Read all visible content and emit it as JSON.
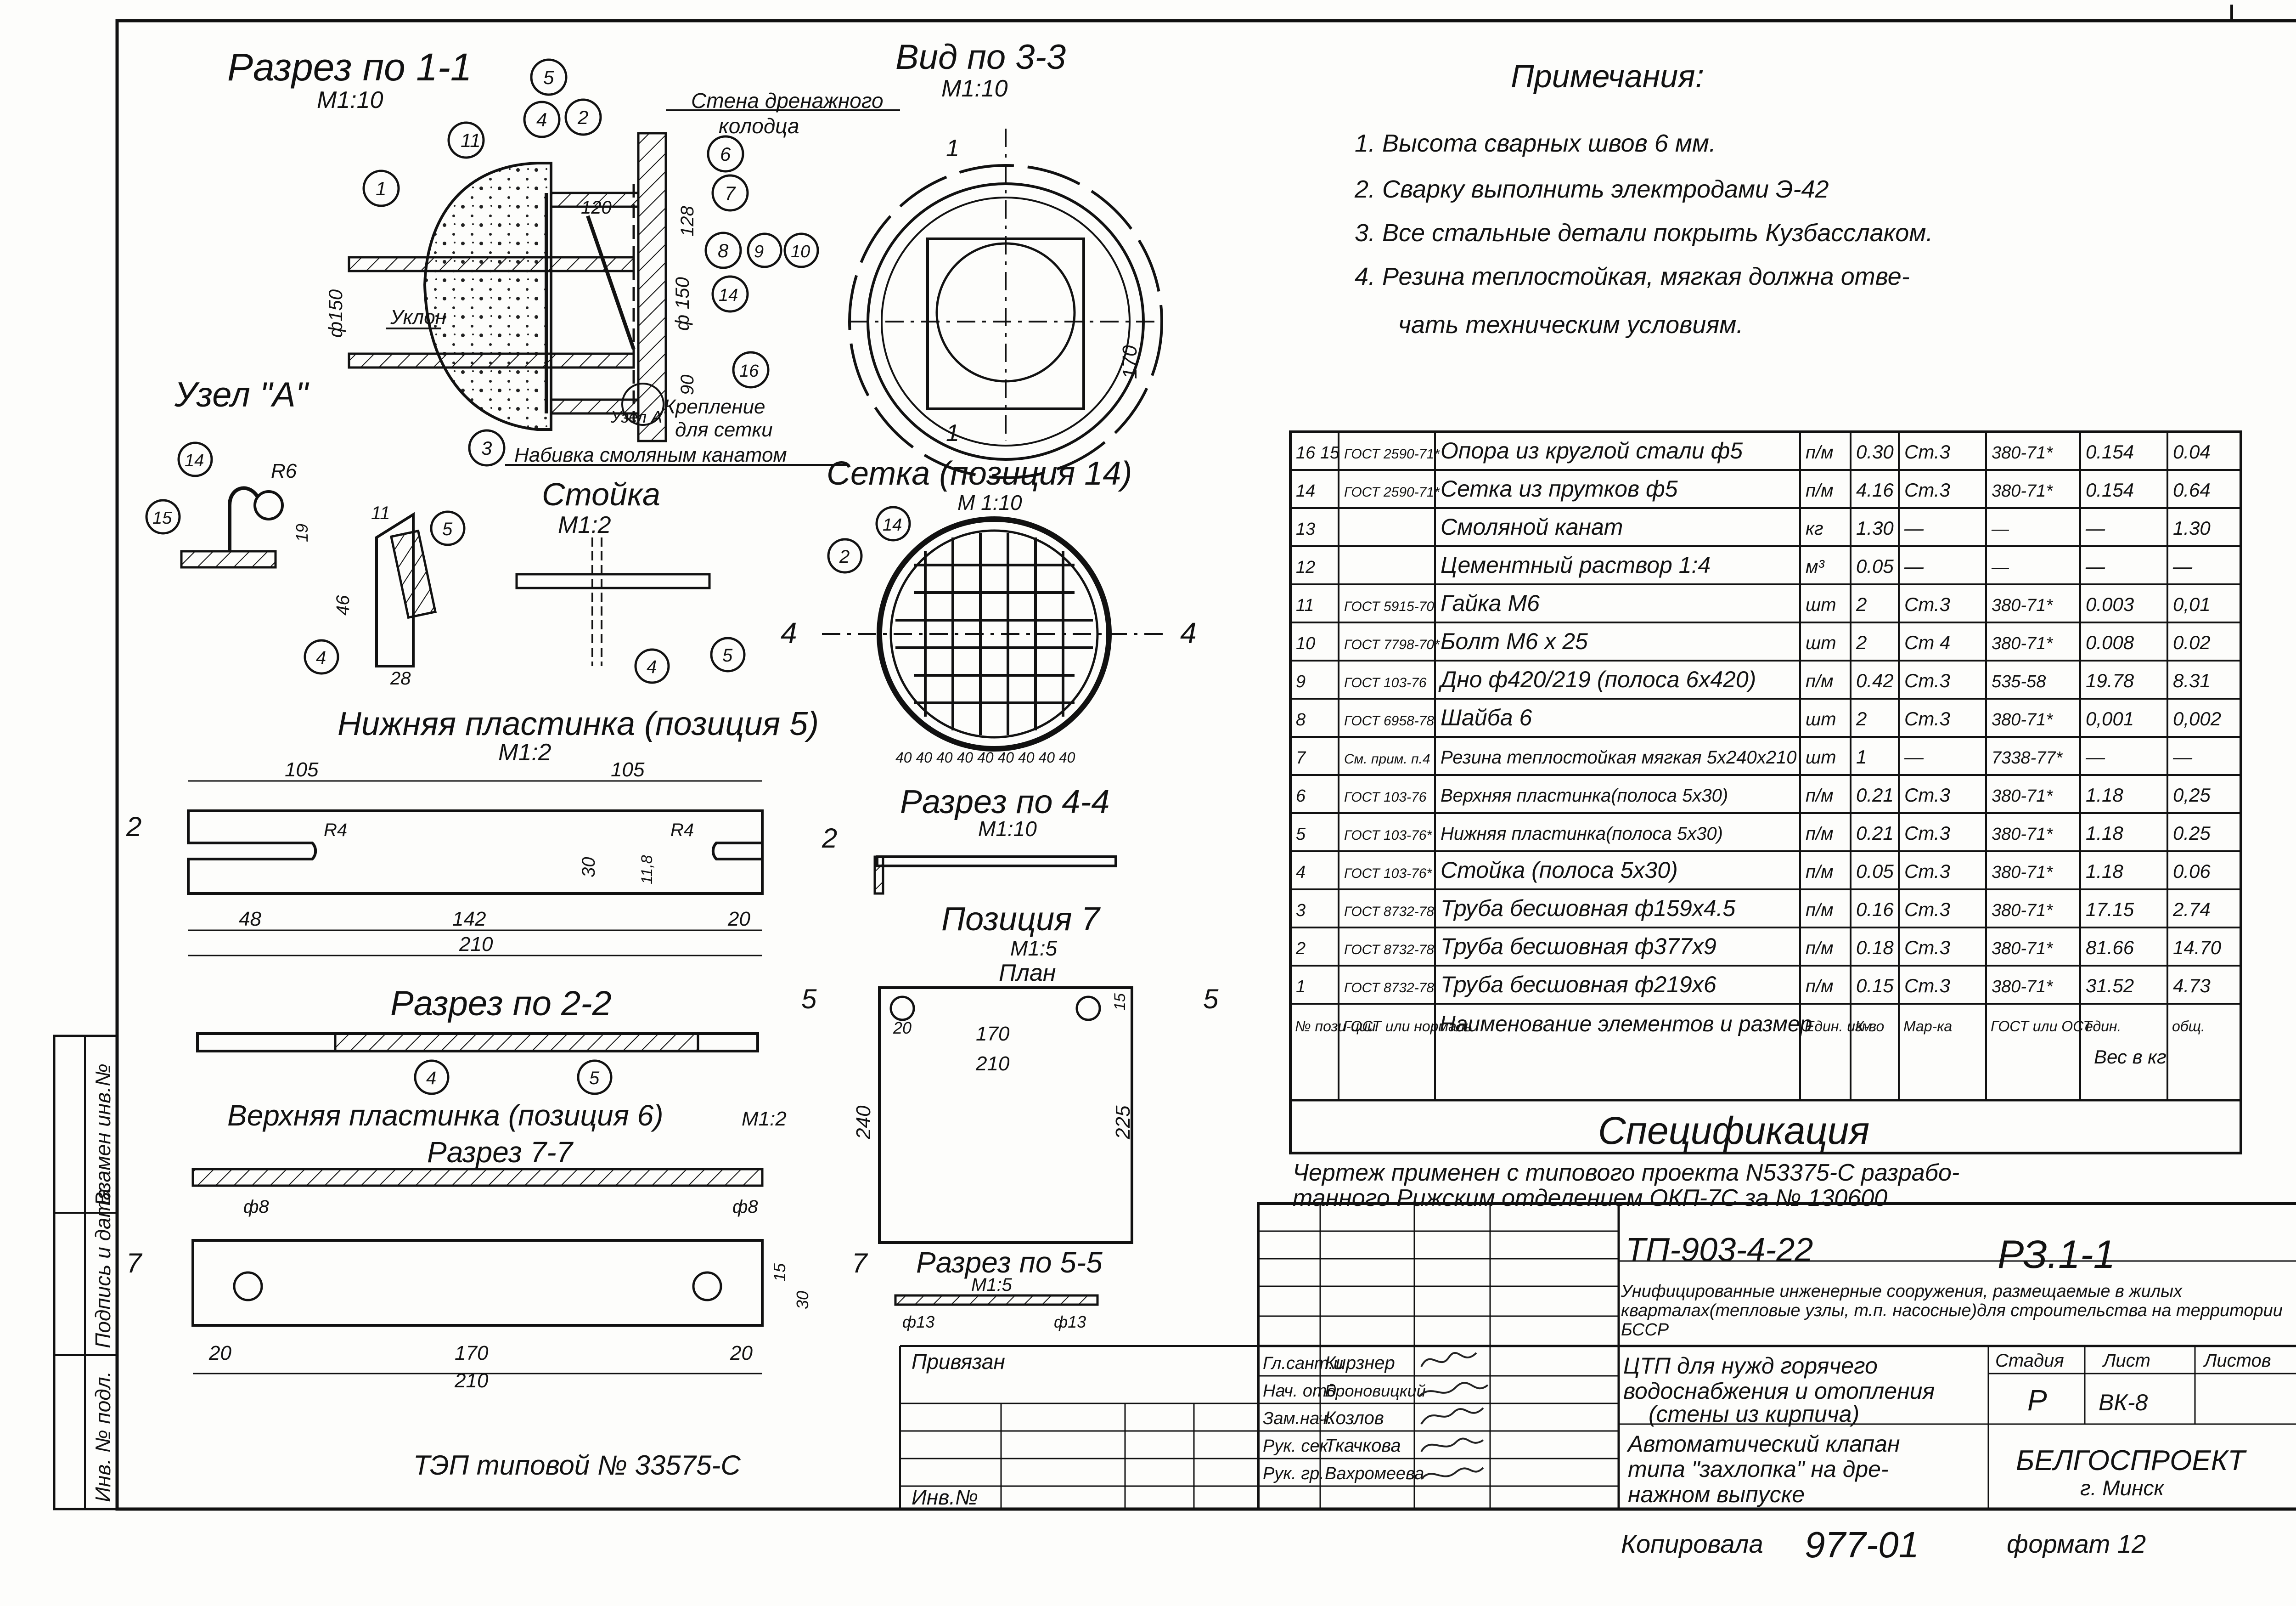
{
  "views": {
    "section_1_1": {
      "title": "Разрез по 1-1",
      "scale": "М1:10"
    },
    "view_3_3": {
      "title": "Вид по 3-3",
      "scale": "М1:10"
    },
    "node_a": {
      "title": "Узел \"А\""
    },
    "stoyka": {
      "title": "Стойка",
      "scale": "М1:2"
    },
    "setka": {
      "title": "Сетка (позиция 14)",
      "scale": "М 1:10"
    },
    "lower_plate": {
      "title": "Нижняя пластинка (позиция 5)",
      "scale": "М1:2"
    },
    "section_4_4": {
      "title": "Разрез по 4-4",
      "scale": "М1:10"
    },
    "pos7": {
      "title": "Позиция 7",
      "scale": "М1:5",
      "sub": "План"
    },
    "section_2_2": {
      "title": "Разрез по 2-2"
    },
    "upper_plate": {
      "title": "Верхняя пластинка (позиция 6)",
      "scale": "М1:2"
    },
    "section_7_7": {
      "title": "Разрез 7-7"
    },
    "section_5_5": {
      "title": "Разрез по 5-5",
      "scale": "М1:5"
    }
  },
  "labels": {
    "wall": "Стена дренажного",
    "wall2": "колодца",
    "slope": "Уклон",
    "mount": "Крепление",
    "mount2": "для сетки",
    "packing": "Набивка смоляным канатом",
    "node_a_ref": "Узел А"
  },
  "dims": {
    "d150": "ф150",
    "d150b": "ф 150",
    "n120": "120",
    "n128": "128",
    "n90": "90",
    "n170": "170",
    "n46": "46",
    "n28": "28",
    "n11": "11",
    "n19": "19",
    "r6": "R6",
    "n105a": "105",
    "n105b": "105",
    "n30": "30",
    "r4a": "R4",
    "r4b": "R4",
    "n118": "11,8",
    "n48": "48",
    "n142": "142",
    "n20a": "20",
    "n210": "210",
    "p7_170": "170",
    "p7_210": "210",
    "p7_240": "240",
    "p7_225": "225",
    "p7_20": "20",
    "p7_15": "15",
    "up_170": "170",
    "up_210": "210",
    "up_20a": "20",
    "up_20b": "20",
    "up_15": "15",
    "up_30": "30",
    "phi8a": "ф8",
    "phi8b": "ф8",
    "phi13a": "ф13",
    "phi13b": "ф13",
    "net_bottom": "40 40 40 40 40 40 40 40 40",
    "cut1": "1",
    "cut2": "2",
    "cut4": "4",
    "cut5": "5",
    "cut7": "7"
  },
  "notes": {
    "title": "Примечания:",
    "items": [
      "1.  Высота сварных швов 6 мм.",
      "2.  Сварку выполнить электродами Э-42",
      "3.  Все стальные детали покрыть Кузбасслаком.",
      "4.  Резина теплостойкая, мягкая должна отве-",
      "чать техническим условиям."
    ]
  },
  "spec": {
    "title": "Спецификация",
    "headers": [
      "№ пози-ции",
      "ГОСТ или нормаль",
      "Наименование элементов и размер",
      "Един. изм.",
      "К-во",
      "Мар-ка",
      "ГОСТ или ОСТ",
      "един.",
      "общ."
    ],
    "weight_header": "Вес в кг",
    "rows": [
      [
        "16 15",
        "ГОСТ 2590-71*",
        "Опора из круглой стали ф5",
        "п/м",
        "0.30",
        "Ст.3",
        "380-71*",
        "0.154",
        "0.04"
      ],
      [
        "14",
        "ГОСТ 2590-71*",
        "Сетка из прутков ф5",
        "п/м",
        "4.16",
        "Ст.3",
        "380-71*",
        "0.154",
        "0.64"
      ],
      [
        "13",
        "",
        "Смоляной канат",
        "кг",
        "1.30",
        "—",
        "—",
        "—",
        "1.30"
      ],
      [
        "12",
        "",
        "Цементный раствор 1:4",
        "м³",
        "0.05",
        "—",
        "—",
        "—",
        "—"
      ],
      [
        "11",
        "ГОСТ 5915-70",
        "Гайка М6",
        "шт",
        "2",
        "Ст.3",
        "380-71*",
        "0.003",
        "0,01"
      ],
      [
        "10",
        "ГОСТ 7798-70*",
        "Болт М6 х 25",
        "шт",
        "2",
        "Ст 4",
        "380-71*",
        "0.008",
        "0.02"
      ],
      [
        "9",
        "ГОСТ 103-76",
        "Дно ф420/219 (полоса 6х420)",
        "п/м",
        "0.42",
        "Ст.3",
        "535-58",
        "19.78",
        "8.31"
      ],
      [
        "8",
        "ГОСТ 6958-78",
        "Шайба 6",
        "шт",
        "2",
        "Ст.3",
        "380-71*",
        "0,001",
        "0,002"
      ],
      [
        "7",
        "См. прим. п.4",
        "Резина теплостойкая мягкая 5х240х210",
        "шт",
        "1",
        "—",
        "7338-77*",
        "—",
        "—"
      ],
      [
        "6",
        "ГОСТ 103-76",
        "Верхняя пластинка(полоса 5х30)",
        "п/м",
        "0.21",
        "Ст.3",
        "380-71*",
        "1.18",
        "0,25"
      ],
      [
        "5",
        "ГОСТ 103-76*",
        "Нижняя пластинка(полоса 5х30)",
        "п/м",
        "0.21",
        "Ст.3",
        "380-71*",
        "1.18",
        "0.25"
      ],
      [
        "4",
        "ГОСТ 103-76*",
        "Стойка (полоса 5х30)",
        "п/м",
        "0.05",
        "Ст.3",
        "380-71*",
        "1.18",
        "0.06"
      ],
      [
        "3",
        "ГОСТ 8732-78",
        "Труба бесшовная ф159х4.5",
        "п/м",
        "0.16",
        "Ст.3",
        "380-71*",
        "17.15",
        "2.74"
      ],
      [
        "2",
        "ГОСТ 8732-78",
        "Труба бесшовная ф377х9",
        "п/м",
        "0.18",
        "Ст.3",
        "380-71*",
        "81.66",
        "14.70"
      ],
      [
        "1",
        "ГОСТ 8732-78",
        "Труба бесшовная ф219х6",
        "п/м",
        "0.15",
        "Ст.3",
        "380-71*",
        "31.52",
        "4.73"
      ]
    ]
  },
  "applied": {
    "line1": "Чертеж применен с типового проекта N53375-С  разрабо-",
    "line2": "танного Рижским отделением ОКП-7С за № 130600"
  },
  "stamp": {
    "code": "ТП-903-4-22",
    "sheet_code": "РЗ.1-1",
    "desc": "Унифицированные инженерные сооружения, размещаемые в жилых кварталах(тепловые узлы, т.п. насосные)для строительства на территории БССР",
    "object1": "ЦТП для нужд горячего",
    "object2": "водоснабжения и отопления",
    "object3": "(стены из кирпича)",
    "drawing1": "Автоматический клапан",
    "drawing2": "типа \"захлопка\" на дре-",
    "drawing3": "нажном выпуске",
    "stage_h": "Стадия",
    "sheet_h": "Лист",
    "sheets_h": "Листов",
    "stage": "Р",
    "sheet": "ВК-8",
    "org": "БЕЛГОСПРОЕКТ",
    "city": "г. Минск",
    "roles": [
      "Гл.сант.и",
      "Нач. отд",
      "Зам.нач.",
      "Рук. сек.",
      "Рук. гр."
    ],
    "names": [
      "Кирзнер",
      "Броновицкий",
      "Козлов",
      "Ткачкова",
      "Вахромеева"
    ],
    "sigs": [
      "подпись",
      "Броновицкий",
      "Козлов",
      "Ткачкова",
      "Вахромеева"
    ],
    "privyazan": "Привязан",
    "inv": "Инв.№"
  },
  "side": {
    "c1": "Инв. № подл.",
    "c2": "Подпись и дата",
    "c3": "Взамен инв.№"
  },
  "tep": "ТЭП типовой № 33575-С",
  "footer": {
    "copied": "Копировала",
    "num": "977-01",
    "format": "формат 12"
  },
  "balloons": [
    "1",
    "2",
    "3",
    "4",
    "5",
    "6",
    "7",
    "8",
    "9",
    "10",
    "11",
    "14",
    "16",
    "14",
    "15",
    "4",
    "5",
    "4",
    "5",
    "2",
    "14",
    "4",
    "5"
  ]
}
